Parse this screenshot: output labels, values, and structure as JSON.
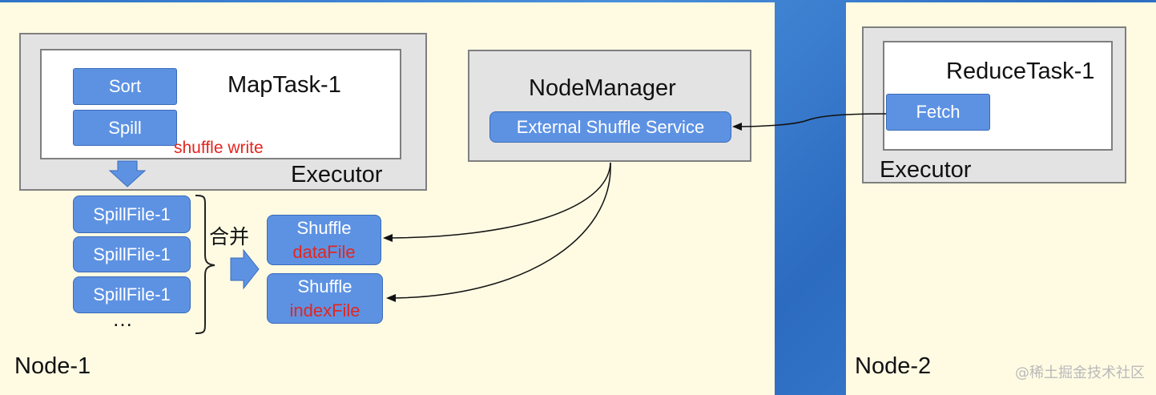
{
  "node1": {
    "label": "Node-1",
    "executor": {
      "label": "Executor",
      "maptask": {
        "title": "MapTask-1",
        "sort": "Sort",
        "spill": "Spill",
        "shuffle_write": "shuffle write"
      }
    },
    "spill_files": [
      "SpillFile-1",
      "SpillFile-1",
      "SpillFile-1"
    ],
    "ellipsis": "…",
    "merge_label": "合并",
    "shuffle_data": {
      "line1": "Shuffle",
      "line2": "dataFile"
    },
    "shuffle_index": {
      "line1": "Shuffle",
      "line2": "indexFile"
    },
    "nodemanager": {
      "title": "NodeManager",
      "service": "External Shuffle Service"
    }
  },
  "node2": {
    "label": "Node-2",
    "executor": {
      "label": "Executor",
      "reducetask": {
        "title": "ReduceTask-1",
        "fetch": "Fetch"
      }
    }
  },
  "watermark": "@稀土掘金技术社区",
  "colors": {
    "node_bg": "#fffbe3",
    "box_blue": "#5d92e3",
    "highlight_red": "#e3261f",
    "background_blue": "#3b7fd0"
  }
}
